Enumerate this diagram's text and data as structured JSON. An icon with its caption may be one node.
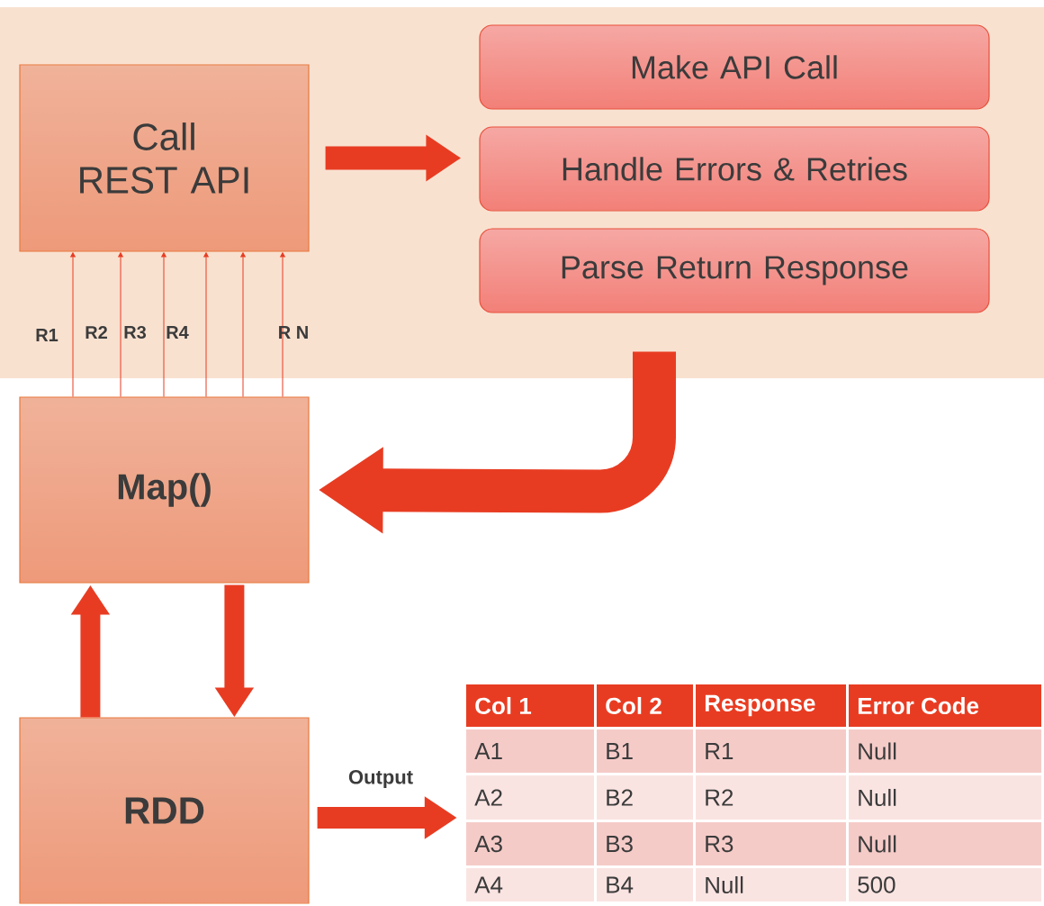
{
  "diagram": {
    "nodes": [
      {
        "text": [
          "Call REST API"
        ]
      },
      {
        "text": [
          "Make API Call"
        ]
      },
      {
        "text": [
          "Handle Errors & Retries"
        ]
      },
      {
        "text": [
          "Parse Return Response"
        ]
      },
      {
        "text": [
          "Map()"
        ]
      },
      {
        "text": [
          "RDD"
        ]
      },
      {
        "text": [
          "Col 1",
          "Col 2",
          "Response",
          "Error Code",
          "A1",
          "B1",
          "R1",
          "Null",
          "A2",
          "B2",
          "R2",
          "Null",
          "A3",
          "B3",
          "R3",
          "Null",
          "A4",
          "B4",
          "Null",
          "500"
        ]
      }
    ],
    "edges": [
      {
        "from": 4,
        "to": 0,
        "arrow": "to"
      },
      {
        "from": 4,
        "to": 0,
        "arrow": "to"
      },
      {
        "from": 4,
        "to": 0,
        "arrow": "to"
      },
      {
        "from": 4,
        "to": 0,
        "arrow": "to"
      },
      {
        "from": 4,
        "to": 0,
        "arrow": "to"
      },
      {
        "from": 4,
        "to": 0,
        "arrow": "to"
      },
      {
        "from": 0,
        "to": 2,
        "arrow": "to",
        "style": "thick"
      },
      {
        "from": 3,
        "to": 4,
        "arrow": "to",
        "style": "thick"
      },
      {
        "from": 5,
        "to": 4,
        "arrow": "to",
        "style": "thick"
      },
      {
        "from": 4,
        "to": 5,
        "arrow": "to",
        "style": "thick"
      },
      {
        "from": 5,
        "to": 6,
        "arrow": "to",
        "style": "thick",
        "label": "Output"
      }
    ],
    "labels": [
      "R1",
      "R2",
      "R3",
      "R4",
      "R N"
    ]
  }
}
